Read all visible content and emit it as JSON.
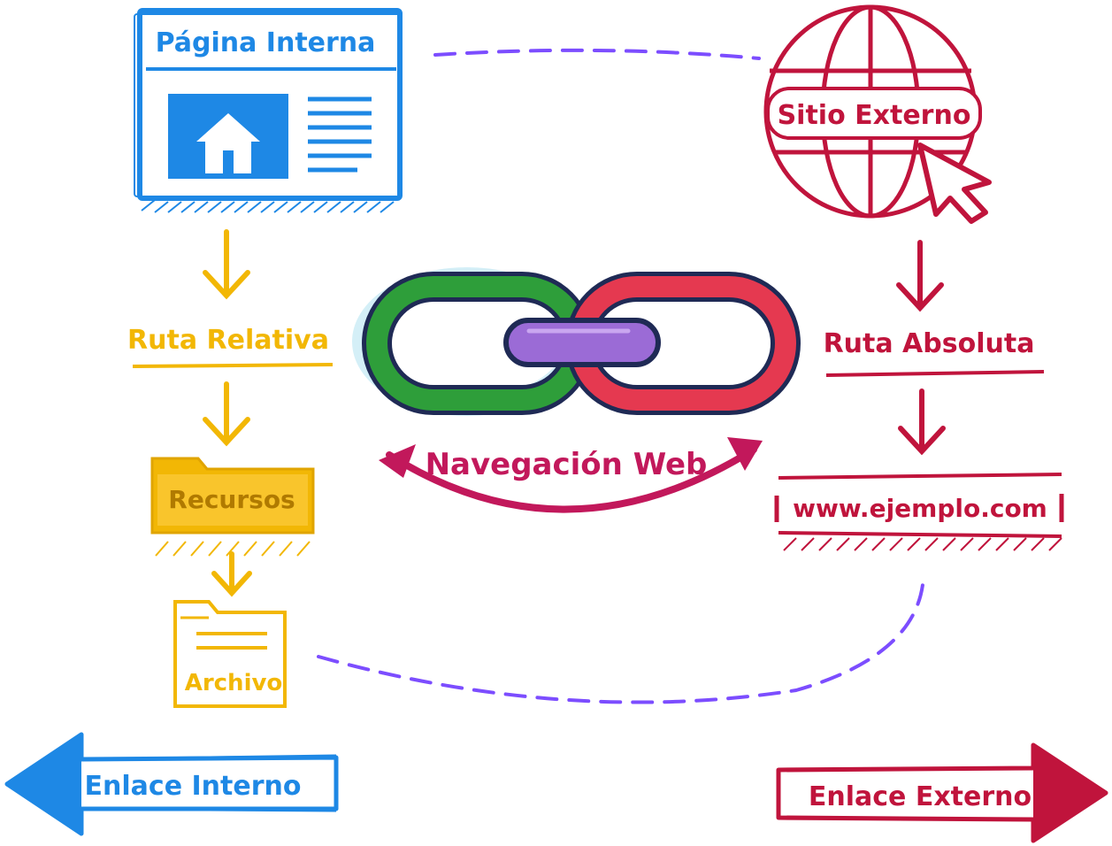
{
  "colors": {
    "blue": "#1e88e5",
    "yellow": "#f2b705",
    "red": "#c0143c",
    "magenta": "#c2185b",
    "purple": "#7c4dff",
    "green": "#2e9e3a",
    "link_red": "#e53950",
    "link_purple": "#9b6bd6",
    "outline": "#1f2a55"
  },
  "icons": {
    "internal_page": "webpage-icon",
    "globe": "globe-icon",
    "cursor": "cursor-icon",
    "chain": "chain-link-icon",
    "folder": "folder-icon",
    "file": "file-icon"
  },
  "labels": {
    "internal_page": "Página Interna",
    "external_site": "Sitio Externo",
    "relative_path": "Ruta Relativa",
    "absolute_path": "Ruta Absoluta",
    "resources": "Recursos",
    "file": "Archivo",
    "web_navigation": "Navegación Web",
    "url": "www.ejemplo.com",
    "internal_link": "Enlace Interno",
    "external_link": "Enlace Externo"
  }
}
